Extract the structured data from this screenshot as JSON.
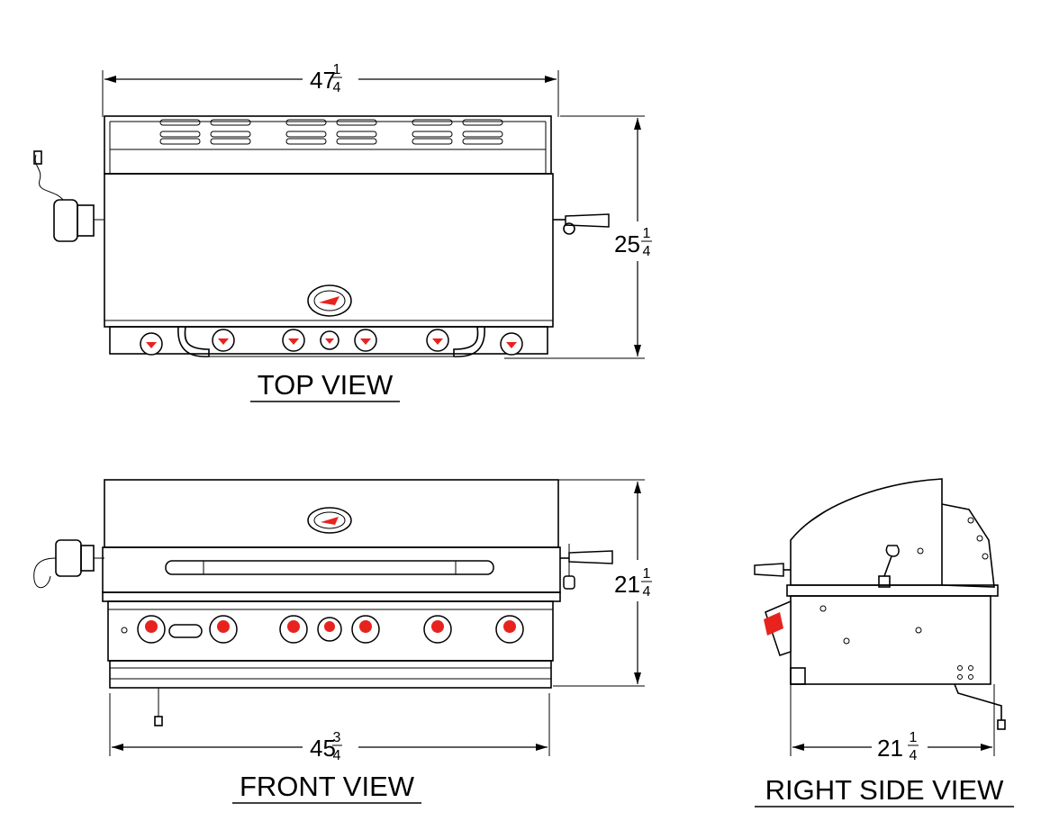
{
  "views": {
    "top": {
      "label": "TOP VIEW"
    },
    "front": {
      "label": "FRONT VIEW"
    },
    "side": {
      "label": "RIGHT SIDE VIEW"
    }
  },
  "dimensions": {
    "top_width": {
      "whole": "47",
      "num": "1",
      "den": "4"
    },
    "top_depth": {
      "whole": "25",
      "num": "1",
      "den": "4"
    },
    "front_height": {
      "whole": "21",
      "num": "1",
      "den": "4"
    },
    "front_width": {
      "whole": "45",
      "num": "3",
      "den": "4"
    },
    "side_depth": {
      "whole": "21",
      "num": "1",
      "den": "4"
    }
  },
  "colors": {
    "line": "#000000",
    "accent": "#e8231e",
    "background": "#ffffff"
  }
}
